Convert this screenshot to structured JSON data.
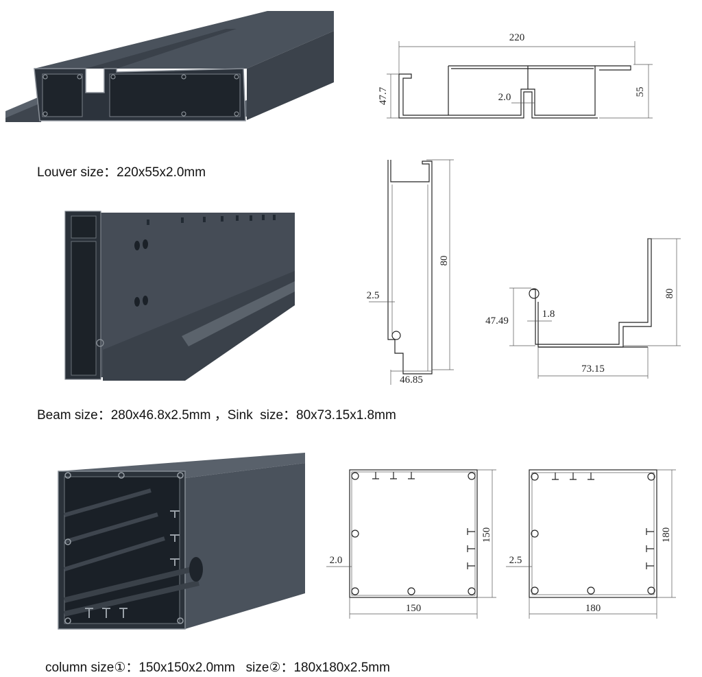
{
  "captions": {
    "louver": "Louver size：220x55x2.0mm",
    "beam_sink": "Beam size：280x46.8x2.5mm ，Sink  size：80x73.15x1.8mm",
    "column": "column size①：150x150x2.0mm   size②：180x180x2.5mm"
  },
  "louver_drawing": {
    "width": "220",
    "left_height": "47.7",
    "right_height": "55",
    "thickness": "2.0"
  },
  "beam_drawing": {
    "height": "80",
    "thickness": "2.5",
    "width": "46.85"
  },
  "sink_drawing": {
    "height": "80",
    "left_height": "47.49",
    "thickness": "1.8",
    "width": "73.15"
  },
  "column1_drawing": {
    "size": "150",
    "height": "150",
    "thickness": "2.0"
  },
  "column2_drawing": {
    "size": "180",
    "height": "180",
    "thickness": "2.5"
  },
  "colors": {
    "profile_dark": "#2f3742",
    "profile_mid": "#454c56",
    "profile_light": "#6a717a"
  }
}
